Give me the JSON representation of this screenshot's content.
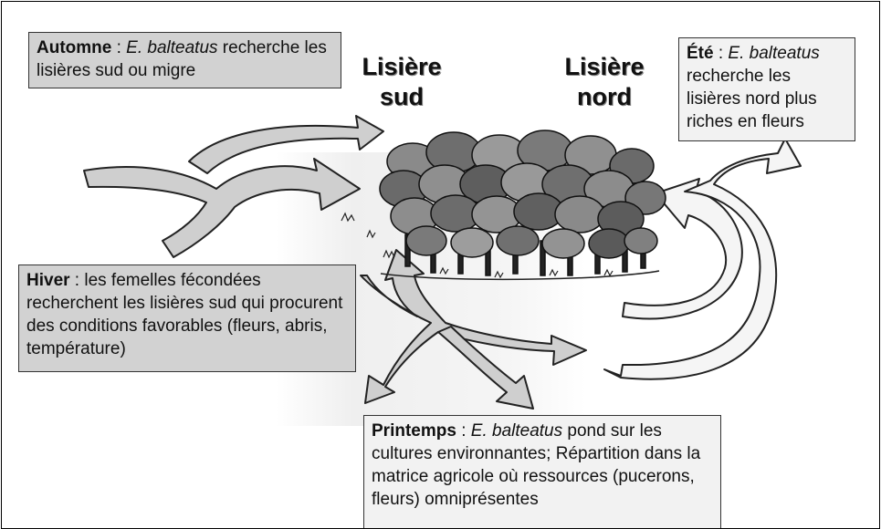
{
  "labels": {
    "south_edge_line1": "Lisière",
    "south_edge_line2": "sud",
    "north_edge_line1": "Lisière",
    "north_edge_line2": "nord"
  },
  "autumn": {
    "season": "Automne",
    "sep": " : ",
    "species": "E. balteatus",
    "text": " recherche les lisières sud ou migre"
  },
  "summer": {
    "season": "Été",
    "sep": " : ",
    "species": "E. balteatus",
    "text": " recherche les lisières nord plus riches en fleurs"
  },
  "winter": {
    "season": "Hiver",
    "text": " : les femelles fécondées recherchent les lisières sud qui procurent des conditions favorables (fleurs, abris, température)"
  },
  "spring": {
    "season": "Printemps",
    "sep": " : ",
    "species": "E. balteatus",
    "text": " pond sur les cultures environnantes; Répartition dans la matrice agricole où ressources (pucerons, fleurs) omniprésentes"
  },
  "colors": {
    "grey_box": "#d2d2d2",
    "light_box": "#f2f2f2",
    "arrow_grey": "#cfcfcf",
    "arrow_light": "#f5f5f5"
  }
}
